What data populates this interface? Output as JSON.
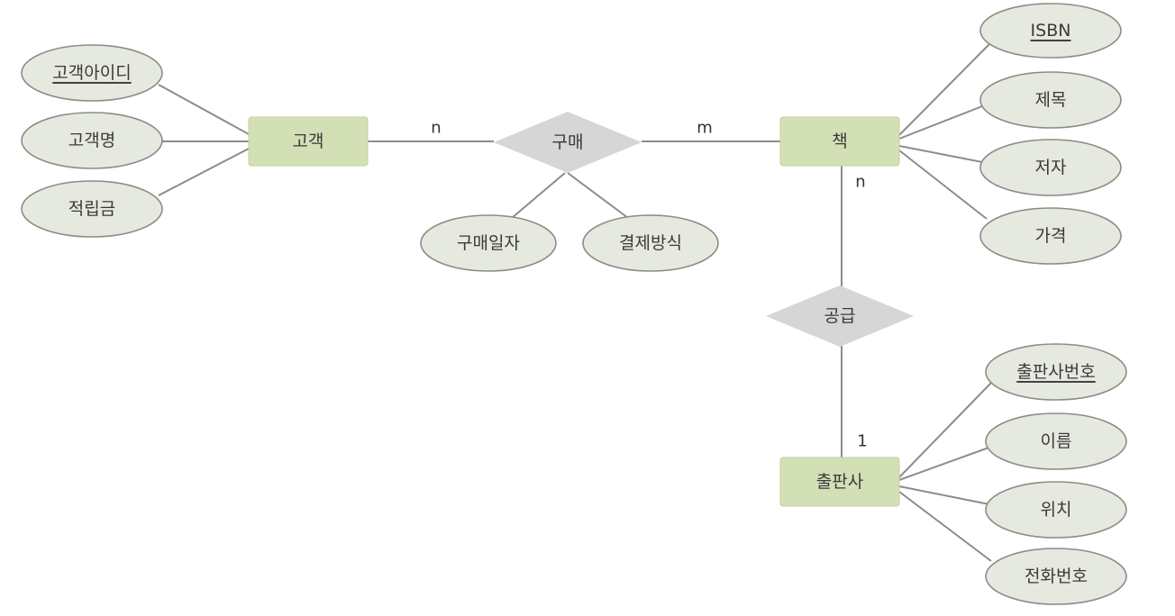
{
  "entities": {
    "customer": "고객",
    "book": "책",
    "publisher": "출판사"
  },
  "relationships": {
    "purchase": "구매",
    "supply": "공급"
  },
  "attributes": {
    "customer": [
      "고객아이디",
      "고객명",
      "적립금"
    ],
    "purchase": [
      "구매일자",
      "결제방식"
    ],
    "book": [
      "ISBN",
      "제목",
      "저자",
      "가격"
    ],
    "publisher": [
      "출판사번호",
      "이름",
      "위치",
      "전화번호"
    ]
  },
  "key_attributes": [
    "고객아이디",
    "ISBN",
    "출판사번호"
  ],
  "cardinalities": {
    "customer_purchase": "n",
    "purchase_book": "m",
    "book_supply": "n",
    "supply_publisher": "1"
  },
  "colors": {
    "entity_fill": "#d3dfb5",
    "attribute_fill": "#e5e9df",
    "relationship_fill": "#d6d6d6",
    "line": "#8c8c8c"
  }
}
